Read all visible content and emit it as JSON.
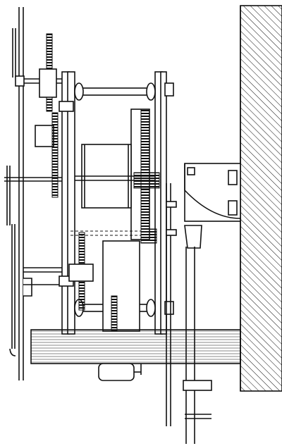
{
  "figure": {
    "colors": {
      "ink": "#111111",
      "paper": "#ffffff"
    },
    "parts": [
      "wall",
      "wall-bracket",
      "base-board",
      "front-plate",
      "back-plate",
      "dial",
      "hands",
      "gear-train",
      "barrel",
      "pendulum-rod",
      "winding-key",
      "counterweight"
    ]
  }
}
